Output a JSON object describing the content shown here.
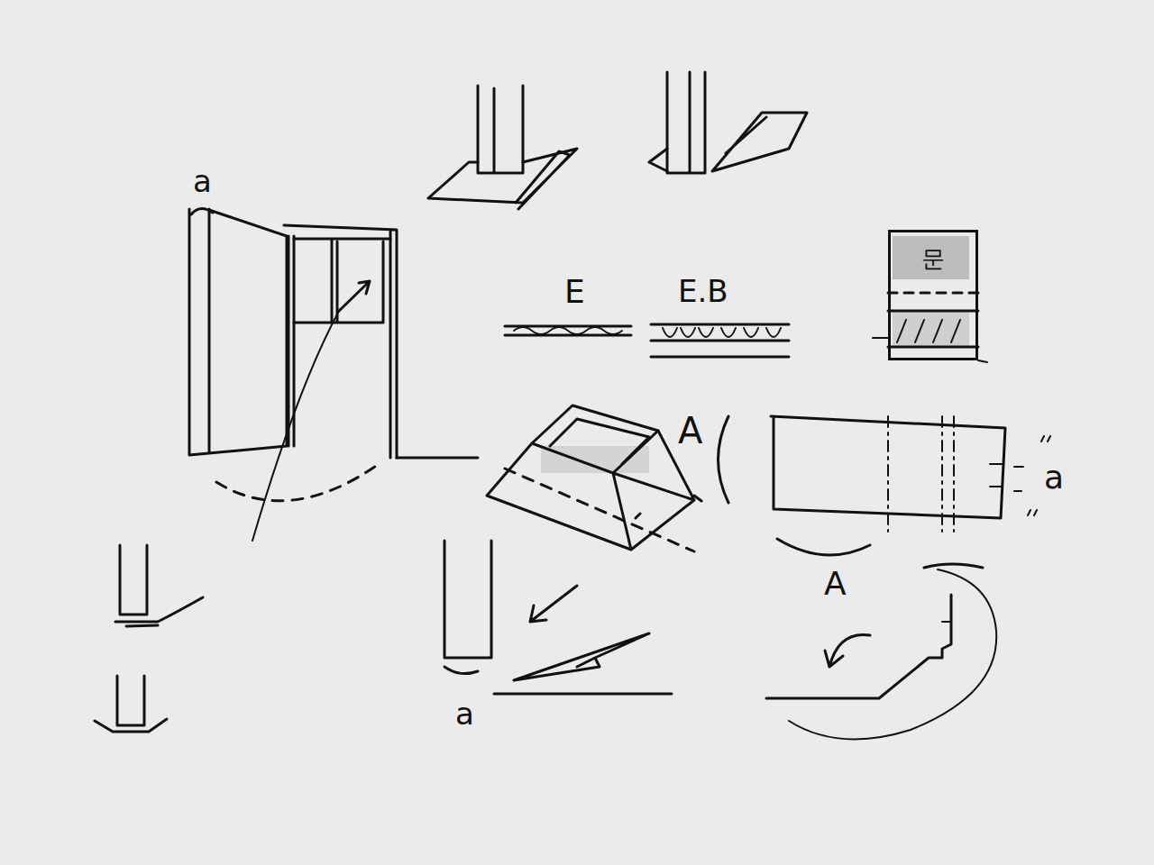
{
  "diagram": {
    "nodes": [
      {
        "text": [
          "문"
        ]
      }
    ],
    "labels": [
      "a",
      "E",
      "E.B",
      "A",
      "a",
      "A",
      "a"
    ]
  }
}
